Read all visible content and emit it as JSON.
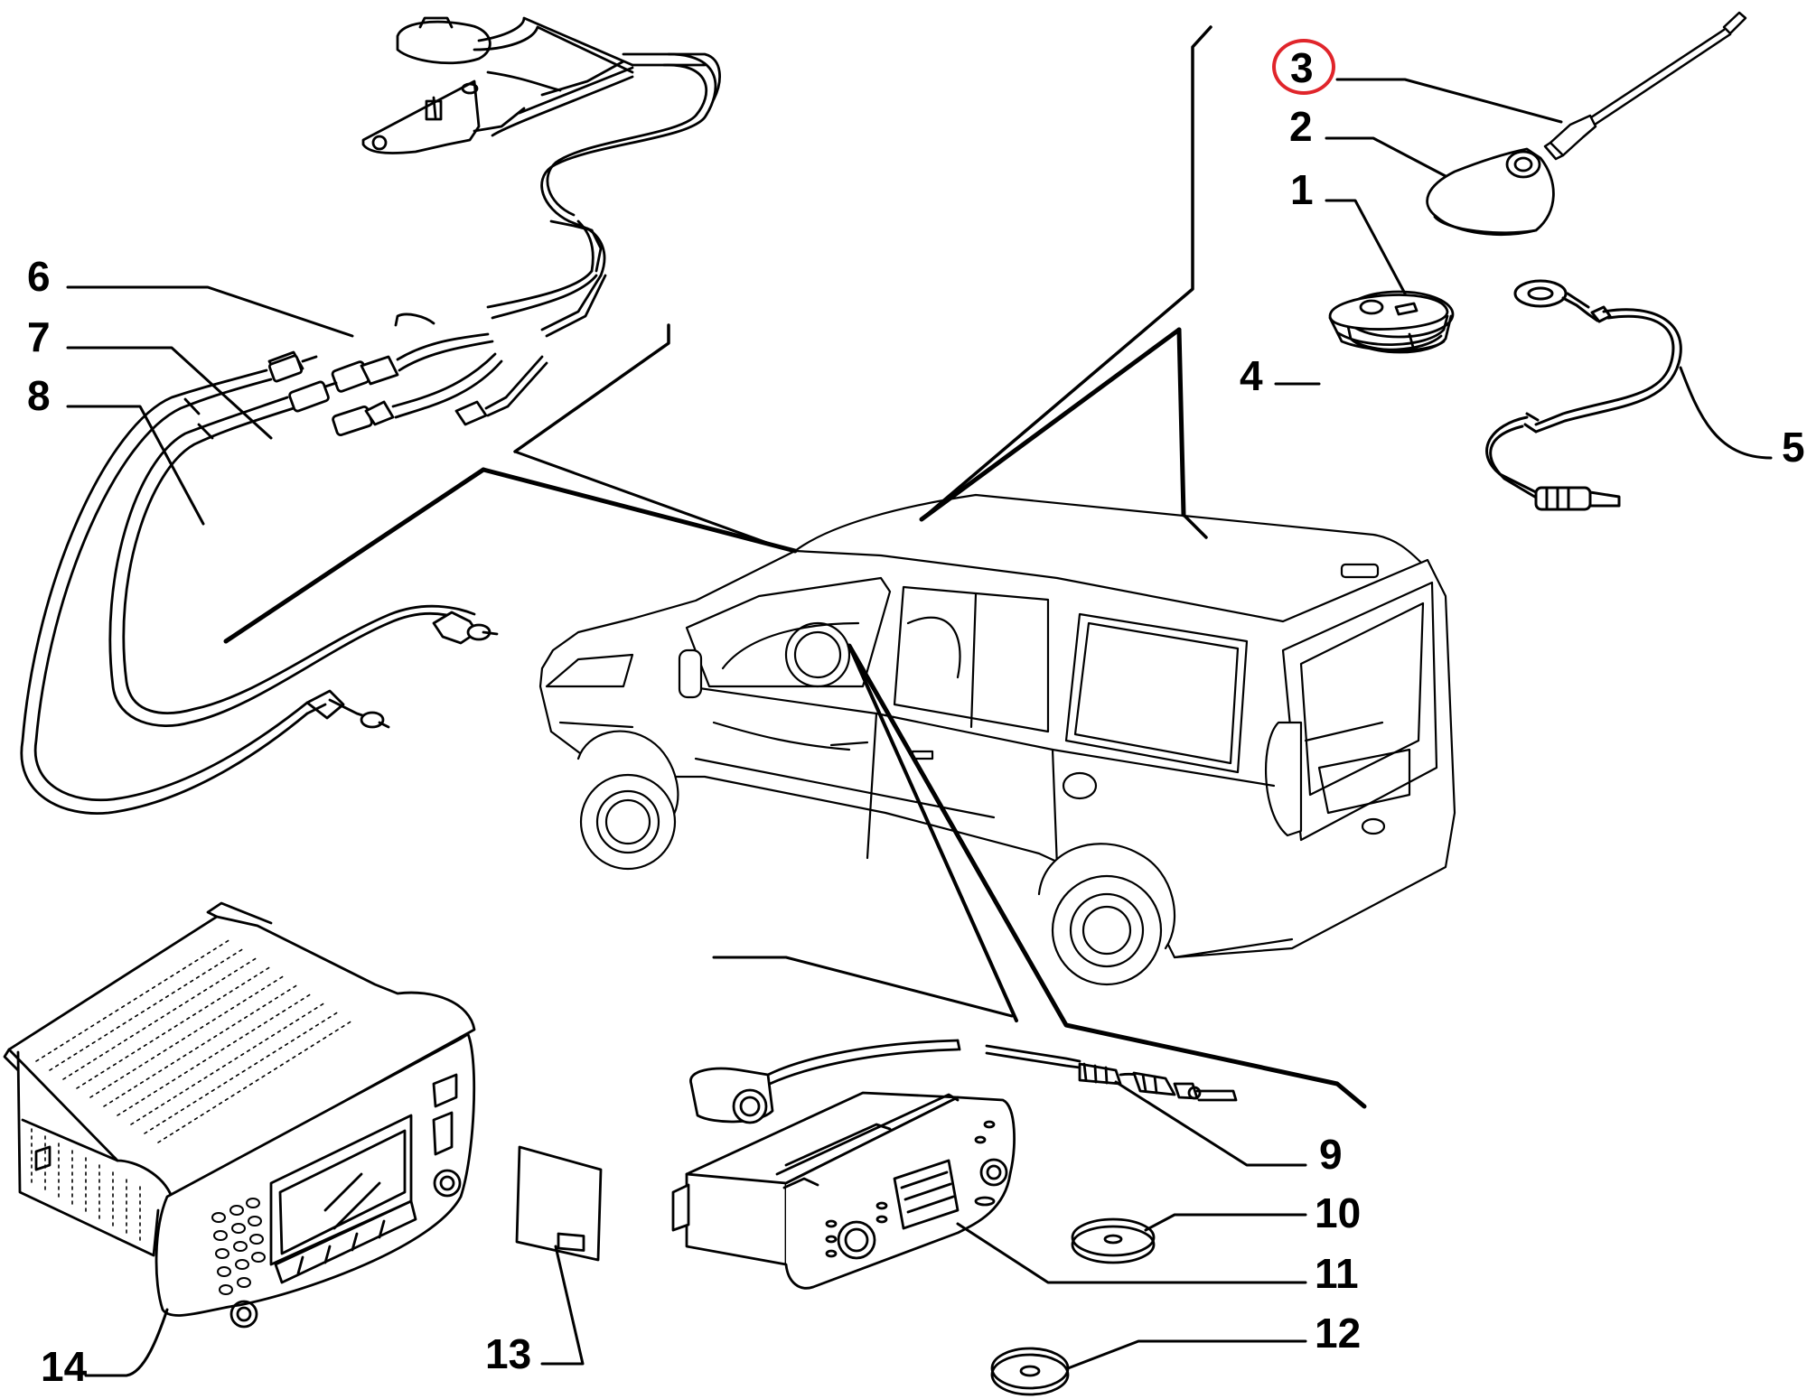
{
  "diagram": {
    "highlight_color": "#e0252b",
    "line_color": "#000000",
    "callouts": [
      {
        "id": "1",
        "label": "1"
      },
      {
        "id": "2",
        "label": "2"
      },
      {
        "id": "3",
        "label": "3",
        "highlighted": true
      },
      {
        "id": "4",
        "label": "4"
      },
      {
        "id": "5",
        "label": "5"
      },
      {
        "id": "6",
        "label": "6"
      },
      {
        "id": "7",
        "label": "7"
      },
      {
        "id": "8",
        "label": "8"
      },
      {
        "id": "9",
        "label": "9"
      },
      {
        "id": "10",
        "label": "10"
      },
      {
        "id": "11",
        "label": "11"
      },
      {
        "id": "12",
        "label": "12"
      },
      {
        "id": "13",
        "label": "13"
      },
      {
        "id": "14",
        "label": "14"
      }
    ],
    "parts": [
      {
        "callout": "1",
        "icon": "antenna-seal-grommet-icon"
      },
      {
        "callout": "2",
        "icon": "antenna-base-cover-icon"
      },
      {
        "callout": "3",
        "icon": "antenna-mast-rod-icon"
      },
      {
        "callout": "4",
        "icon": "antenna-gasket-icon"
      },
      {
        "callout": "5",
        "icon": "antenna-extension-cable-icon"
      },
      {
        "callout": "6",
        "icon": "roof-antenna-cable-harness-icon"
      },
      {
        "callout": "7",
        "icon": "connector-lead-icon"
      },
      {
        "callout": "8",
        "icon": "speaker-wiring-lead-icon"
      },
      {
        "callout": "9",
        "icon": "radio-antenna-adapter-cable-icon"
      },
      {
        "callout": "10",
        "icon": "washer-icon"
      },
      {
        "callout": "11",
        "icon": "car-radio-unit-icon"
      },
      {
        "callout": "12",
        "icon": "washer-icon"
      },
      {
        "callout": "13",
        "icon": "instruction-card-icon"
      },
      {
        "callout": "14",
        "icon": "navigation-radio-unit-icon"
      }
    ]
  }
}
